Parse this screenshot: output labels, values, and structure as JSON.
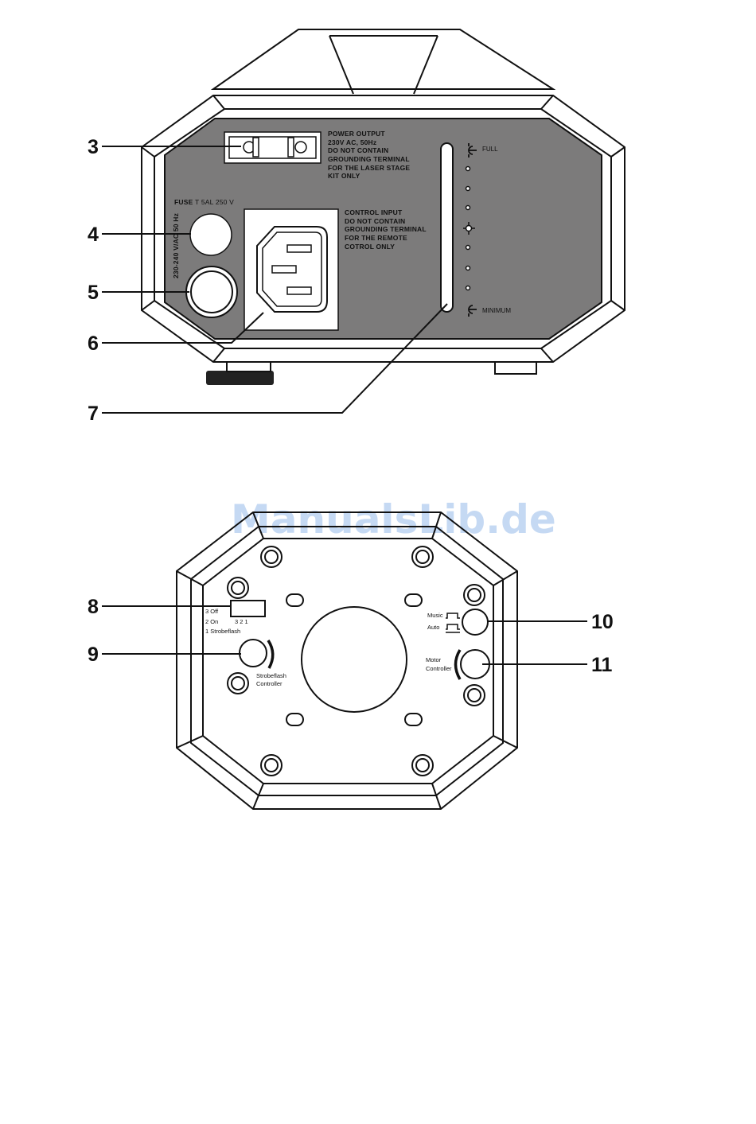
{
  "watermark": "ManualsLib.de",
  "callouts": {
    "c3": "3",
    "c4": "4",
    "c5": "5",
    "c6": "6",
    "c7": "7",
    "c8": "8",
    "c9": "9",
    "c10": "10",
    "c11": "11"
  },
  "rear_panel": {
    "power_output": {
      "title": "POWER OUTPUT",
      "lines": [
        "230V AC, 50Hz",
        "DO NOT CONTAIN",
        "GROUNDING TERMINAL",
        "FOR THE LASER STAGE",
        "KIT ONLY"
      ]
    },
    "control_input": {
      "title": "CONTROL INPUT",
      "lines": [
        "DO NOT CONTAIN",
        "GROUNDING TERMINAL",
        "FOR THE REMOTE",
        "COTROL ONLY"
      ]
    },
    "fuse_label": "FUSE",
    "fuse_rating": "T 5AL 250 V",
    "voltage_label": "230-240 V/AC 50 Hz",
    "slider_full": "FULL",
    "slider_minimum": "MINIMUM"
  },
  "bottom_panel": {
    "dip_labels": [
      "3  Off",
      "2  On",
      "1 Strobeflash"
    ],
    "dip_numbers": "3   2   1",
    "strobe_controller": [
      "Strobeflash",
      "Controller"
    ],
    "music": "Music",
    "auto": "Auto",
    "motor_controller": [
      "Motor",
      "Controller"
    ]
  }
}
